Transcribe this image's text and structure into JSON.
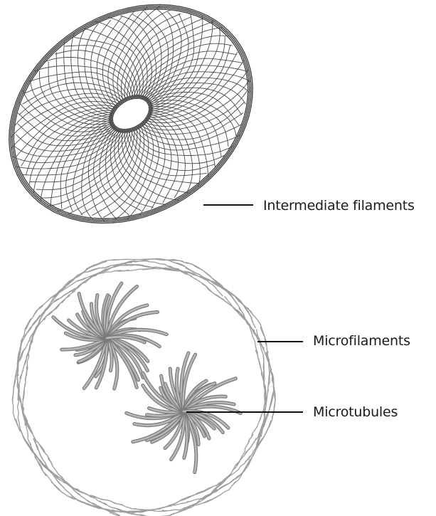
{
  "labels": {
    "intermediate_filaments": "Intermediate filaments",
    "microfilaments": "Microfilaments",
    "microtubules": "Microtubules"
  },
  "colors": {
    "intermediate_filament_stroke": "#4a4a4a",
    "microfilament_stroke": "#9e9e9e",
    "microtubule_stroke": "#7a7a7a",
    "microtubule_fill": "#b8b8b8",
    "leader_line": "#111111",
    "background": "#ffffff"
  }
}
